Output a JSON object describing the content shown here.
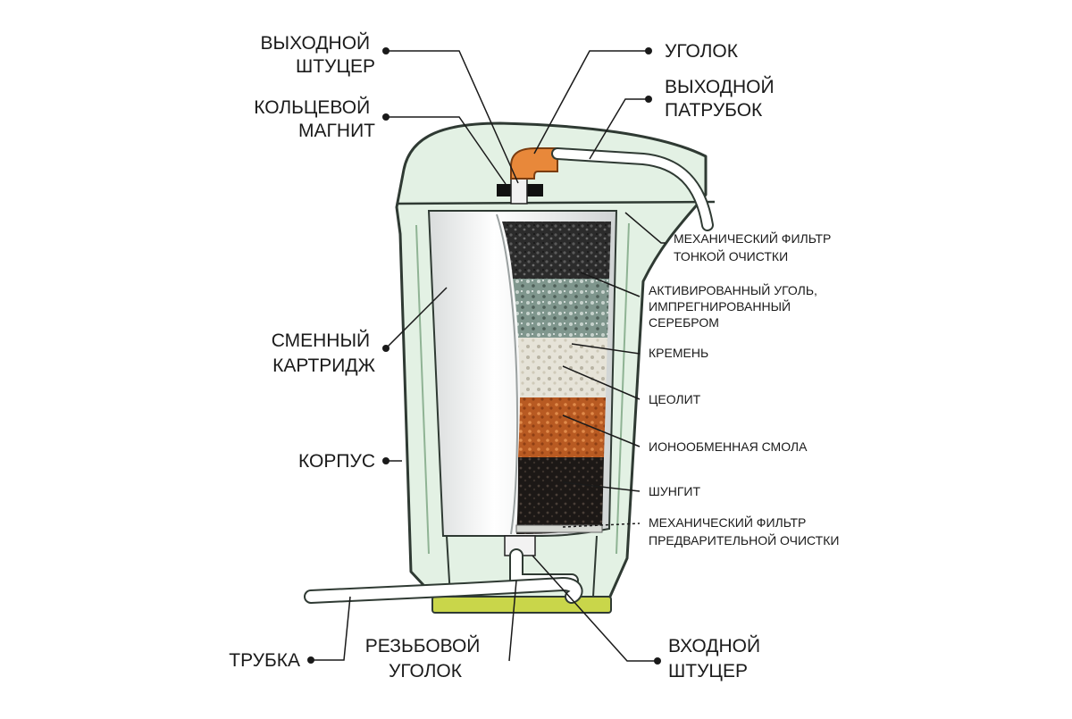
{
  "labels": {
    "outlet_fitting": [
      "ВЫХОДНОЙ",
      "ШТУЦЕР"
    ],
    "ring_magnet": [
      "КОЛЬЦЕВОЙ",
      "МАГНИТ"
    ],
    "elbow": [
      "УГОЛОК"
    ],
    "outlet_pipe": [
      "ВЫХОДНОЙ",
      "ПАТРУБОК"
    ],
    "fine_filter": [
      "МЕХАНИЧЕСКИЙ ФИЛЬТР",
      "ТОНКОЙ ОЧИСТКИ"
    ],
    "activated_carbon": [
      "АКТИВИРОВАННЫЙ УГОЛЬ,",
      "ИМПРЕГНИРОВАННЫЙ",
      "СЕРЕБРОМ"
    ],
    "flint": [
      "КРЕМЕНЬ"
    ],
    "zeolite": [
      "ЦЕОЛИТ"
    ],
    "ion_resin": [
      "ИОНООБМЕННАЯ СМОЛА"
    ],
    "shungite": [
      "ШУНГИТ"
    ],
    "prefilter": [
      "МЕХАНИЧЕСКИЙ ФИЛЬТР",
      "ПРЕДВАРИТЕЛЬНОЙ ОЧИСТКИ"
    ],
    "cartridge": [
      "СМЕННЫЙ",
      "КАРТРИДЖ"
    ],
    "housing": [
      "КОРПУС"
    ],
    "tube": [
      "ТРУБКА"
    ],
    "threaded_elbow": [
      "РЕЗЬБОВОЙ",
      "УГОЛОК"
    ],
    "inlet_fitting": [
      "ВХОДНОЙ",
      "ШТУЦЕР"
    ]
  },
  "colors": {
    "housing_fill": "#e3f1e4",
    "housing_stroke": "#2f3a33",
    "elbow": "#e8883a",
    "base": "#c9d64a",
    "carbon": "#2a2a2a",
    "silver_carbon": "#8fa59c",
    "flint": "#e4e1d6",
    "zeolite_layer": "#f4f0e6",
    "resin": "#c9692a",
    "shungite": "#1e1a18"
  }
}
